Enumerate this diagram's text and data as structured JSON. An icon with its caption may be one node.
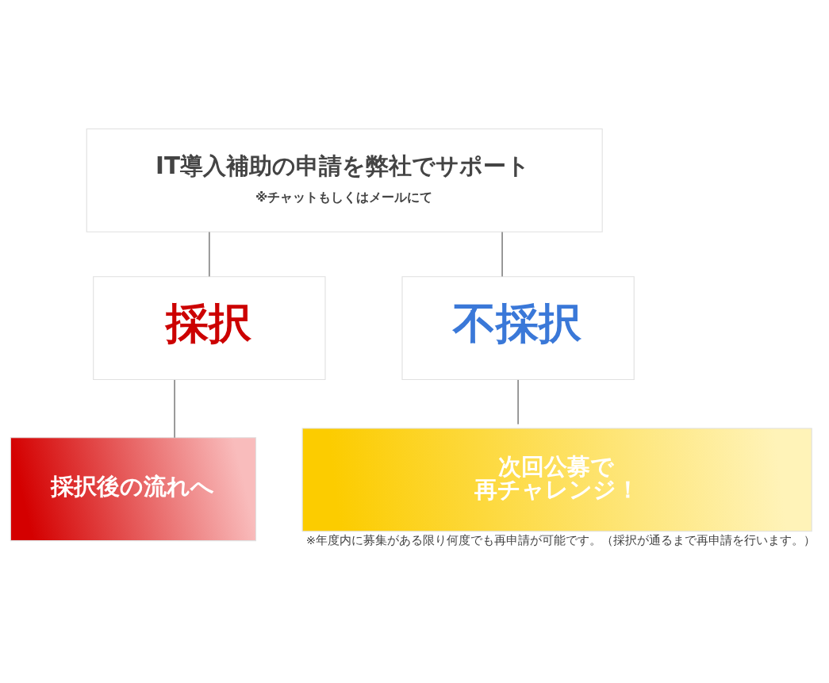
{
  "diagram": {
    "nodes": [
      {
        "text": [
          "IT導入補助の申請を弊社でサポート",
          "※チャットもしくはメールにて"
        ]
      },
      {
        "text": [
          "採択"
        ]
      },
      {
        "text": [
          "不採択"
        ]
      },
      {
        "text": [
          "採択後の流れへ"
        ]
      },
      {
        "text": [
          "次回公募で再チャレンジ！"
        ],
        "beside": [
          "※年度内に募集がある限り何度でも再申請が可能です。（採択が通るまで再申請を行います。）"
        ]
      }
    ],
    "edges": [
      {
        "from": 0,
        "to": 1,
        "arrow": "none"
      },
      {
        "from": 0,
        "to": 2,
        "arrow": "none"
      },
      {
        "from": 1,
        "to": 3,
        "arrow": "none"
      },
      {
        "from": 2,
        "to": 4,
        "arrow": "none"
      }
    ]
  }
}
